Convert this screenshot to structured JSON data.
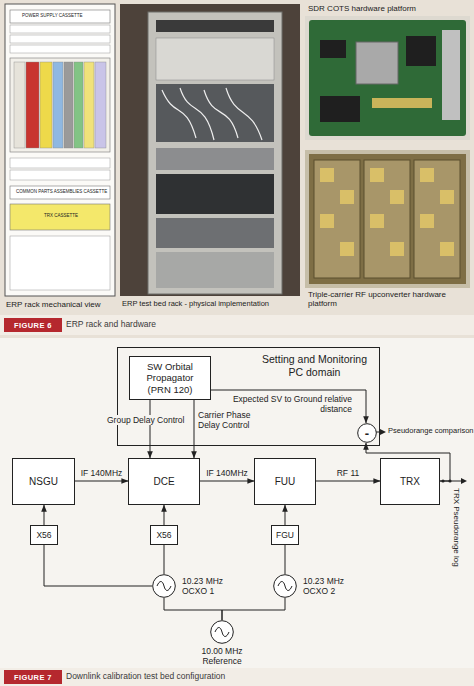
{
  "diagram": {
    "nodes": [
      {
        "text": [
          "FIGURE 6"
        ]
      },
      {
        "text": [
          "Setting and Monitoring PC domain"
        ]
      },
      {
        "text": [
          "SW Orbital Propagator (PRN 120)"
        ],
        "in": 1
      },
      {
        "text": [
          "-"
        ],
        "in": 1
      },
      {
        "text": [
          "NSGU"
        ]
      },
      {
        "text": [
          "DCE"
        ]
      },
      {
        "text": [
          "FUU"
        ]
      },
      {
        "text": [
          "TRX"
        ]
      },
      {
        "text": [
          "X56"
        ]
      },
      {
        "text": [
          "X56"
        ]
      },
      {
        "text": [
          "FGU"
        ]
      },
      {
        "text": [
          "10.23 MHz OCXO 1"
        ]
      },
      {
        "text": [
          "10.23 MHz OCXO 2"
        ]
      },
      {
        "text": [
          "10.00 MHz Reference"
        ]
      },
      {
        "text": [
          "FIGURE 7"
        ]
      }
    ],
    "edges": [
      {
        "from": 2,
        "to": 5,
        "label": "Group Delay Control",
        "arrow": "to"
      },
      {
        "from": 2,
        "to": 5,
        "label": "Carrier Phase Delay Control",
        "arrow": "to"
      },
      {
        "from": 2,
        "to": 3,
        "label": "Expected SV to Ground relative distance",
        "arrow": "to"
      },
      {
        "from": 7,
        "to": 3,
        "arrow": "to"
      },
      {
        "from": 4,
        "to": 5,
        "label": "IF 140MHz",
        "arrow": "to"
      },
      {
        "from": 5,
        "to": 6,
        "label": "IF 140MHz",
        "arrow": "to"
      },
      {
        "from": 6,
        "to": 7,
        "label": "RF 11",
        "arrow": "to"
      },
      {
        "from": 8,
        "to": 4,
        "arrow": "to"
      },
      {
        "from": 9,
        "to": 5,
        "arrow": "to"
      },
      {
        "from": 10,
        "to": 6,
        "arrow": "to"
      },
      {
        "from": 11,
        "to": 8,
        "arrow": "none"
      },
      {
        "from": 11,
        "to": 9,
        "arrow": "none"
      },
      {
        "from": 13,
        "to": 11,
        "arrow": "none"
      },
      {
        "from": 13,
        "to": 12,
        "arrow": "none"
      },
      {
        "from": 12,
        "to": 10,
        "arrow": "none"
      }
    ],
    "labels": [
      "Pseudorange comparison",
      "TRX Pseudorange log",
      "ERP rack mechanical view",
      "ERP test bed rack - physical implementation",
      "SDR COTS hardware platform",
      "Triple-carrier RF upconverter hardware platform",
      "ERP rack and hardware",
      "Downlink calibration test bed configuration",
      "POWER SUPPLY CASSETTE",
      "COMMON PARTS ASSEMBLIES CASSETTE",
      "TRX CASSETTE"
    ]
  }
}
